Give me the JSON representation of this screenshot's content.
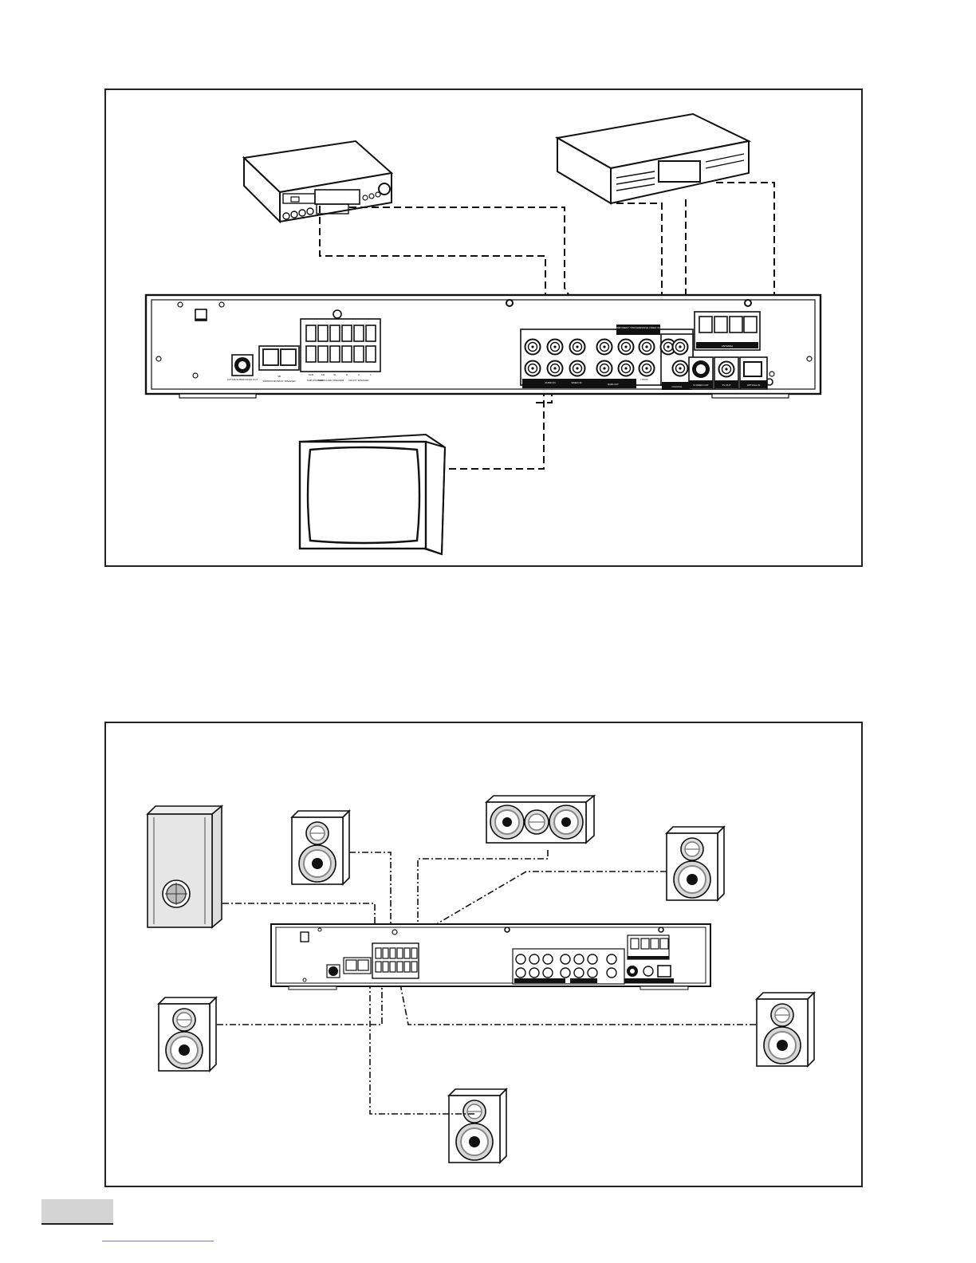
{
  "receiver_labels": {
    "active_subwoofer_out": "ACTIVE SUBWOOFER OUT",
    "surround_back_speaker": "SURROUND BACK SPEAKER",
    "sub_woofer": "SUB WOOFER",
    "surround_speaker": "SURROUND SPEAKER",
    "front_speaker": "FRONT SPEAKER",
    "audio_in": "AUDIO IN",
    "video_in": "VIDEO IN",
    "rgb_out": "RGB OUT",
    "component_progressive_video_out": "COMPONENT / PROGRESSIVE VIDEO OUT",
    "coaxial": "COAXIAL",
    "s_video_out": "S-VIDEO OUT",
    "tv_out": "TV OUT",
    "optical_in": "OPTICAL IN",
    "antenna": "ANTENNA",
    "y_pb_pr": "Y/Pb/Pr",
    "ch_sb": "SB",
    "ch_sub": "SUB",
    "ch_sr": "SR",
    "ch_sl": "SL",
    "ch_r": "R",
    "ch_c": "C",
    "ch_l": "L"
  }
}
